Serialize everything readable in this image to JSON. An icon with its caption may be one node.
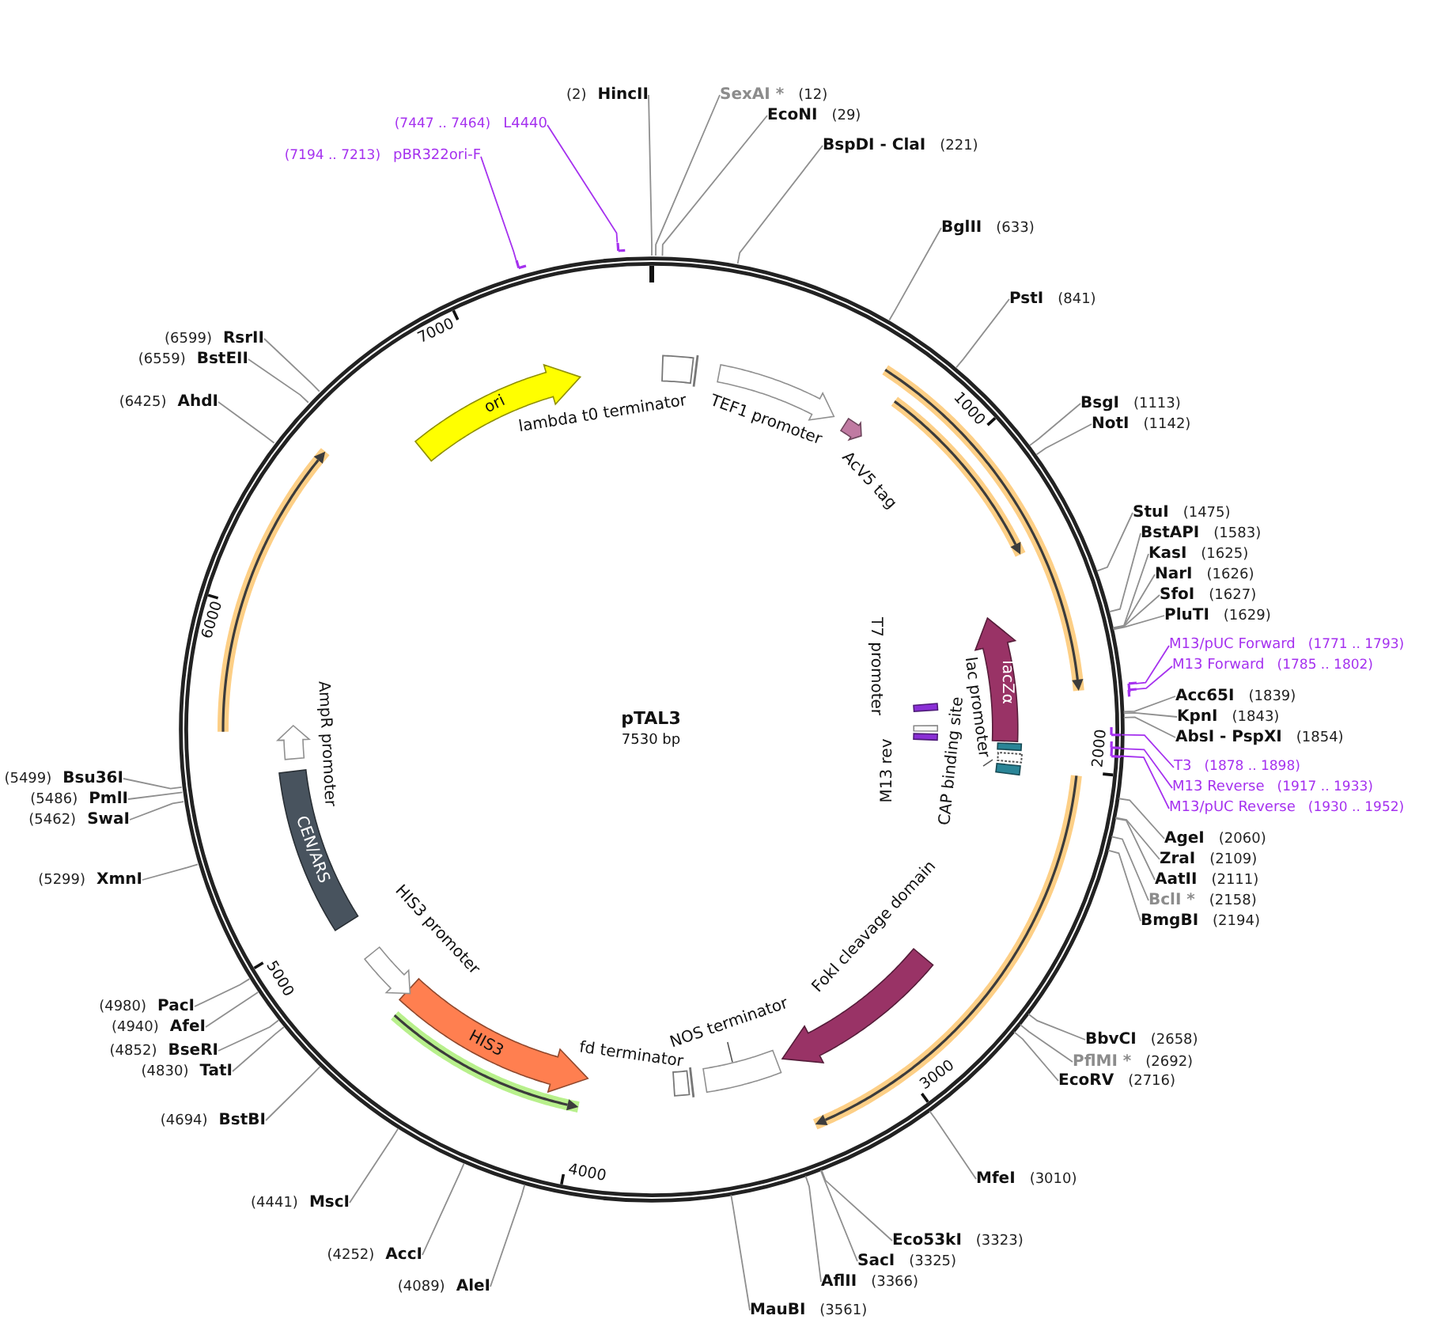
{
  "diagram": {
    "nodes": [
      {
        "text": [
          "pTAL3",
          "7530 bp"
        ]
      },
      {
        "text": [
          "(2)",
          "HincII"
        ]
      },
      {
        "text": [
          "SexAI *",
          "(12)"
        ]
      },
      {
        "text": [
          "EcoNI",
          "(29)"
        ]
      },
      {
        "text": [
          "BspDI - ClaI",
          "(221)"
        ]
      },
      {
        "text": [
          "BglII",
          "(633)"
        ]
      },
      {
        "text": [
          "PstI",
          "(841)"
        ]
      },
      {
        "text": [
          "BsgI",
          "(1113)"
        ]
      },
      {
        "text": [
          "NotI",
          "(1142)"
        ]
      },
      {
        "text": [
          "StuI",
          "(1475)"
        ]
      },
      {
        "text": [
          "BstAPI",
          "(1583)"
        ]
      },
      {
        "text": [
          "KasI",
          "(1625)"
        ]
      },
      {
        "text": [
          "NarI",
          "(1626)"
        ]
      },
      {
        "text": [
          "SfoI",
          "(1627)"
        ]
      },
      {
        "text": [
          "PluTI",
          "(1629)"
        ]
      },
      {
        "text": [
          "Acc65I",
          "(1839)"
        ]
      },
      {
        "text": [
          "KpnI",
          "(1843)"
        ]
      },
      {
        "text": [
          "AbsI - PspXI",
          "(1854)"
        ]
      },
      {
        "text": [
          "AgeI",
          "(2060)"
        ]
      },
      {
        "text": [
          "ZraI",
          "(2109)"
        ]
      },
      {
        "text": [
          "AatII",
          "(2111)"
        ]
      },
      {
        "text": [
          "BclI *",
          "(2158)"
        ]
      },
      {
        "text": [
          "BmgBI",
          "(2194)"
        ]
      },
      {
        "text": [
          "BbvCI",
          "(2658)"
        ]
      },
      {
        "text": [
          "PflMI *",
          "(2692)"
        ]
      },
      {
        "text": [
          "EcoRV",
          "(2716)"
        ]
      },
      {
        "text": [
          "MfeI",
          "(3010)"
        ]
      },
      {
        "text": [
          "Eco53kI",
          "(3323)"
        ]
      },
      {
        "text": [
          "SacI",
          "(3325)"
        ]
      },
      {
        "text": [
          "AflII",
          "(3366)"
        ]
      },
      {
        "text": [
          "MauBI",
          "(3561)"
        ]
      },
      {
        "text": [
          "(4089)",
          "AleI"
        ]
      },
      {
        "text": [
          "(4252)",
          "AccI"
        ]
      },
      {
        "text": [
          "(4441)",
          "MscI"
        ]
      },
      {
        "text": [
          "(4694)",
          "BstBI"
        ]
      },
      {
        "text": [
          "(4830)",
          "TatI"
        ]
      },
      {
        "text": [
          "(4852)",
          "BseRI"
        ]
      },
      {
        "text": [
          "(4940)",
          "AfeI"
        ]
      },
      {
        "text": [
          "(4980)",
          "PacI"
        ]
      },
      {
        "text": [
          "(5299)",
          "XmnI"
        ]
      },
      {
        "text": [
          "(5462)",
          "SwaI"
        ]
      },
      {
        "text": [
          "(5486)",
          "PmlI"
        ]
      },
      {
        "text": [
          "(5499)",
          "Bsu36I"
        ]
      },
      {
        "text": [
          "(6425)",
          "AhdI"
        ]
      },
      {
        "text": [
          "(6559)",
          "BstEII"
        ]
      },
      {
        "text": [
          "(6599)",
          "RsrII"
        ]
      },
      {
        "text": [
          "(7447 .. 7464)",
          "L4440"
        ]
      },
      {
        "text": [
          "(7194 .. 7213)",
          "pBR322ori-F"
        ]
      },
      {
        "text": [
          "M13/pUC Forward",
          "(1771 .. 1793)"
        ]
      },
      {
        "text": [
          "M13 Forward",
          "(1785 .. 1802)"
        ]
      },
      {
        "text": [
          "T3",
          "(1878 .. 1898)"
        ]
      },
      {
        "text": [
          "M13 Reverse",
          "(1917 .. 1933)"
        ]
      },
      {
        "text": [
          "M13/pUC Reverse",
          "(1930 .. 1952)"
        ]
      },
      {
        "text": [],
        "shape": "arrow"
      },
      {
        "text": [],
        "shape": "arrow"
      },
      {
        "text": [],
        "shape": "arrow"
      },
      {
        "text": [],
        "shape": "arrow"
      },
      {
        "text": [],
        "shape": "arrow",
        "in": 0
      },
      {
        "text": [],
        "shape": "arrow",
        "in": 0
      },
      {
        "text": [],
        "shape": "arrow",
        "in": 0
      },
      {
        "text": [
          "lambda t0 terminator"
        ],
        "in": 0
      },
      {
        "text": [
          "TEF1 promoter"
        ],
        "in": 0
      },
      {
        "text": [
          "AcV5 tag"
        ],
        "in": 0
      },
      {
        "text": [
          "lacZα"
        ],
        "in": 0
      },
      {
        "text": [
          "T7 promoter"
        ],
        "in": 0
      },
      {
        "text": [
          "M13 rev"
        ],
        "in": 0
      },
      {
        "text": [
          "lac promoter"
        ],
        "in": 0
      },
      {
        "text": [],
        "shape": "bar",
        "in": 66
      },
      {
        "text": [
          "CAP binding site"
        ],
        "in": 0
      },
      {
        "text": [
          "FokI cleavage domain"
        ],
        "in": 0
      },
      {
        "text": [
          "NOS terminator"
        ],
        "in": 0
      },
      {
        "text": [
          "fd terminator"
        ],
        "in": 0
      },
      {
        "text": [
          "HIS3"
        ],
        "in": 0
      },
      {
        "text": [
          "HIS3 promoter"
        ],
        "in": 0
      },
      {
        "text": [
          "CEN/ARS"
        ],
        "in": 0
      },
      {
        "text": [
          "AmpR promoter"
        ],
        "in": 0
      },
      {
        "text": [
          "ori"
        ],
        "in": 0
      }
    ],
    "edges": [
      {
        "from": 1,
        "to": 0,
        "arrow": "none"
      },
      {
        "from": 2,
        "to": 0,
        "arrow": "none"
      },
      {
        "from": 3,
        "to": 0,
        "arrow": "none"
      },
      {
        "from": 4,
        "to": 0,
        "arrow": "none"
      },
      {
        "from": 5,
        "to": 0,
        "arrow": "none"
      },
      {
        "from": 6,
        "to": 0,
        "arrow": "none"
      },
      {
        "from": 7,
        "to": 0,
        "arrow": "none"
      },
      {
        "from": 8,
        "to": 0,
        "arrow": "none"
      },
      {
        "from": 9,
        "to": 0,
        "arrow": "none"
      },
      {
        "from": 10,
        "to": 0,
        "arrow": "none"
      },
      {
        "from": 11,
        "to": 0,
        "arrow": "none"
      },
      {
        "from": 12,
        "to": 0,
        "arrow": "none"
      },
      {
        "from": 13,
        "to": 0,
        "arrow": "none"
      },
      {
        "from": 14,
        "to": 0,
        "arrow": "none"
      },
      {
        "from": 15,
        "to": 0,
        "arrow": "none"
      },
      {
        "from": 16,
        "to": 0,
        "arrow": "none"
      },
      {
        "from": 17,
        "to": 0,
        "arrow": "none"
      },
      {
        "from": 18,
        "to": 0,
        "arrow": "none"
      },
      {
        "from": 19,
        "to": 0,
        "arrow": "none"
      },
      {
        "from": 20,
        "to": 0,
        "arrow": "none"
      },
      {
        "from": 21,
        "to": 0,
        "arrow": "none"
      },
      {
        "from": 22,
        "to": 0,
        "arrow": "none"
      },
      {
        "from": 23,
        "to": 0,
        "arrow": "none"
      },
      {
        "from": 24,
        "to": 0,
        "arrow": "none"
      },
      {
        "from": 25,
        "to": 0,
        "arrow": "none"
      },
      {
        "from": 26,
        "to": 0,
        "arrow": "none"
      },
      {
        "from": 27,
        "to": 0,
        "arrow": "none"
      },
      {
        "from": 28,
        "to": 0,
        "arrow": "none"
      },
      {
        "from": 29,
        "to": 0,
        "arrow": "none"
      },
      {
        "from": 30,
        "to": 0,
        "arrow": "none"
      },
      {
        "from": 31,
        "to": 0,
        "arrow": "none"
      },
      {
        "from": 32,
        "to": 0,
        "arrow": "none"
      },
      {
        "from": 33,
        "to": 0,
        "arrow": "none"
      },
      {
        "from": 34,
        "to": 0,
        "arrow": "none"
      },
      {
        "from": 35,
        "to": 0,
        "arrow": "none"
      },
      {
        "from": 36,
        "to": 0,
        "arrow": "none"
      },
      {
        "from": 37,
        "to": 0,
        "arrow": "none"
      },
      {
        "from": 38,
        "to": 0,
        "arrow": "none"
      },
      {
        "from": 39,
        "to": 0,
        "arrow": "none"
      },
      {
        "from": 40,
        "to": 0,
        "arrow": "none"
      },
      {
        "from": 41,
        "to": 0,
        "arrow": "none"
      },
      {
        "from": 42,
        "to": 0,
        "arrow": "none"
      },
      {
        "from": 43,
        "to": 0,
        "arrow": "none"
      },
      {
        "from": 44,
        "to": 0,
        "arrow": "none"
      },
      {
        "from": 45,
        "to": 0,
        "arrow": "none"
      },
      {
        "from": 46,
        "to": 53,
        "arrow": "none",
        "color": "#a531ef"
      },
      {
        "from": 47,
        "to": 54,
        "arrow": "none",
        "color": "#a531ef"
      },
      {
        "from": 48,
        "to": 55,
        "arrow": "none",
        "color": "#a531ef"
      },
      {
        "from": 49,
        "to": 56,
        "arrow": "none",
        "color": "#a531ef"
      },
      {
        "from": 50,
        "to": 57,
        "arrow": "none",
        "color": "#a531ef"
      },
      {
        "from": 51,
        "to": 58,
        "arrow": "none",
        "color": "#a531ef"
      },
      {
        "from": 52,
        "to": 59,
        "arrow": "none",
        "color": "#a531ef"
      }
    ],
    "labels": [
      "1000",
      "2000",
      "3000",
      "4000",
      "5000",
      "6000",
      "7000"
    ]
  }
}
